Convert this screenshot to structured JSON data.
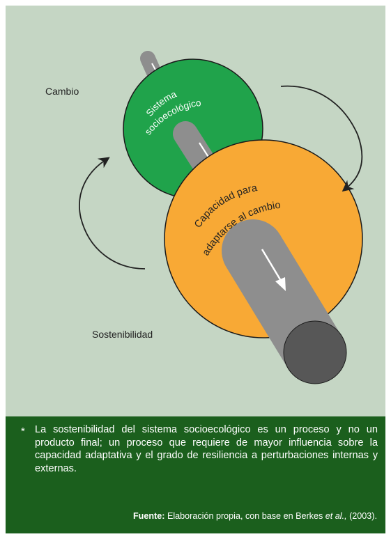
{
  "diagram": {
    "labels": {
      "change": "Cambio",
      "sustainability": "Sostenibilidad"
    },
    "gears": {
      "small": {
        "label_line1": "Sistema",
        "label_line2": "socioecológico",
        "color": "#20a34b"
      },
      "large": {
        "label_line1": "Capacidad para",
        "label_line2": "adaptarse al cambio",
        "color": "#f8a935"
      }
    },
    "colors": {
      "background": "#c5d6c4",
      "shaft": "#8e8e8e",
      "shaft_end": "#575757",
      "footer": "#1b5f1d"
    }
  },
  "footnote": {
    "marker": "*",
    "text": "La sostenibilidad del sistema socioecológico es un proceso y no un producto final; un proceso que requiere de mayor influencia sobre la capacidad adaptativa y el grado de resiliencia a perturbaciones internas y externas."
  },
  "source": {
    "label": "Fuente:",
    "text_before": "Elaboración propia, con base en  Berkes",
    "italic": "et al.,",
    "text_after": "(2003)."
  }
}
